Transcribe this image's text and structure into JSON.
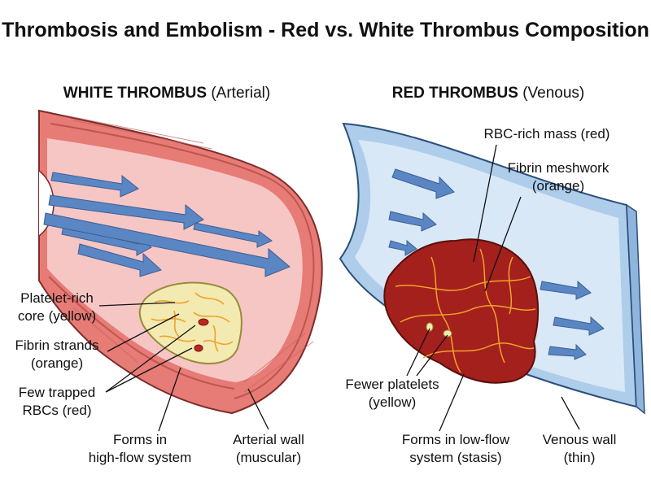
{
  "title": "Thrombosis and Embolism - Red vs. White Thrombus Composition",
  "colors": {
    "artery_wall": "#e77b76",
    "artery_lumen": "#f6c6c5",
    "vein_wall": "#aecdea",
    "vein_lumen": "#d9e8f6",
    "flow_arrow": "#5b86c4",
    "platelet_core": "#f2eab1",
    "fibrin": "#f0a22c",
    "rbc_mass": "#a3201c"
  },
  "white_panel": {
    "heading_bold": "WHITE THROMBUS",
    "heading_rest": " (Arterial)",
    "labels": {
      "platelet_core_1": "Platelet-rich",
      "platelet_core_2": "core (yellow)",
      "fibrin_1": "Fibrin strands",
      "fibrin_2": "(orange)",
      "rbc_1": "Few trapped",
      "rbc_2": "RBCs (red)",
      "flow_1": "Forms in",
      "flow_2": "high-flow system",
      "wall_1": "Arterial wall",
      "wall_2": "(muscular)"
    }
  },
  "red_panel": {
    "heading_bold": "RED THROMBUS",
    "heading_rest": " (Venous)",
    "labels": {
      "rbc_mass": "RBC-rich mass (red)",
      "fibrin_1": "Fibrin meshwork",
      "fibrin_2": "(orange)",
      "platelets_1": "Fewer platelets",
      "platelets_2": "(yellow)",
      "flow_1": "Forms in low-flow",
      "flow_2": "system (stasis)",
      "wall_1": "Venous wall",
      "wall_2": "(thin)"
    }
  }
}
